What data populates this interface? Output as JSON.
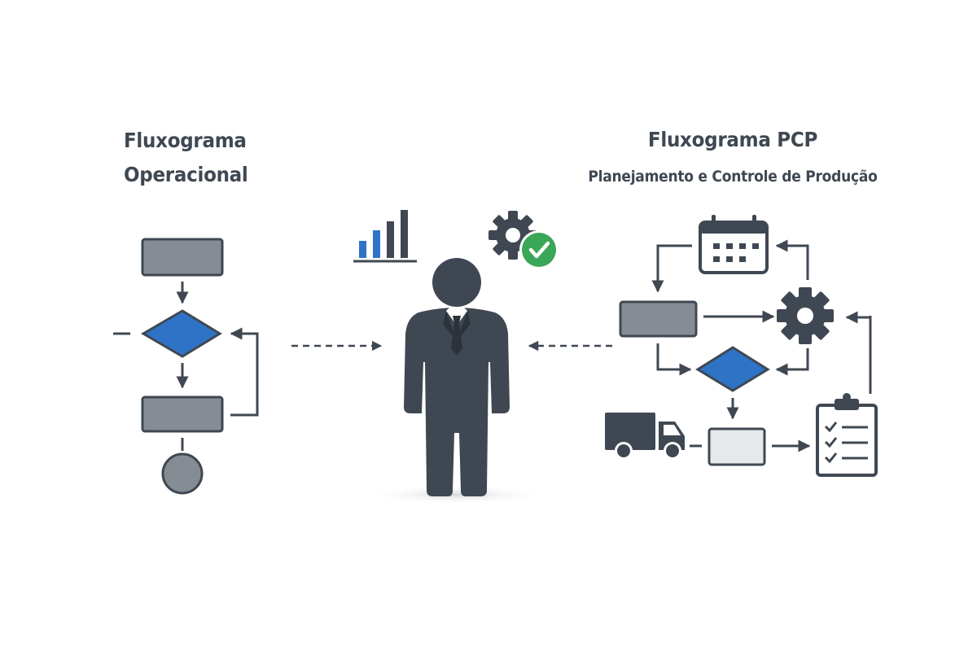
{
  "left_flow": {
    "title_line1": "Fluxograma",
    "title_line2": "Operacional"
  },
  "right_flow": {
    "title": "Fluxograma PCP",
    "subtitle": "Planejamento e Controle de Produção"
  },
  "colors": {
    "text": "#3f4852",
    "box_fill": "#858c94",
    "box_stroke": "#3f4852",
    "decision_fill": "#2f73c6",
    "arrow": "#3f4852",
    "check_green": "#3aa657",
    "chart_blue": "#2f73c6",
    "light_box": "#e6e8ea"
  }
}
